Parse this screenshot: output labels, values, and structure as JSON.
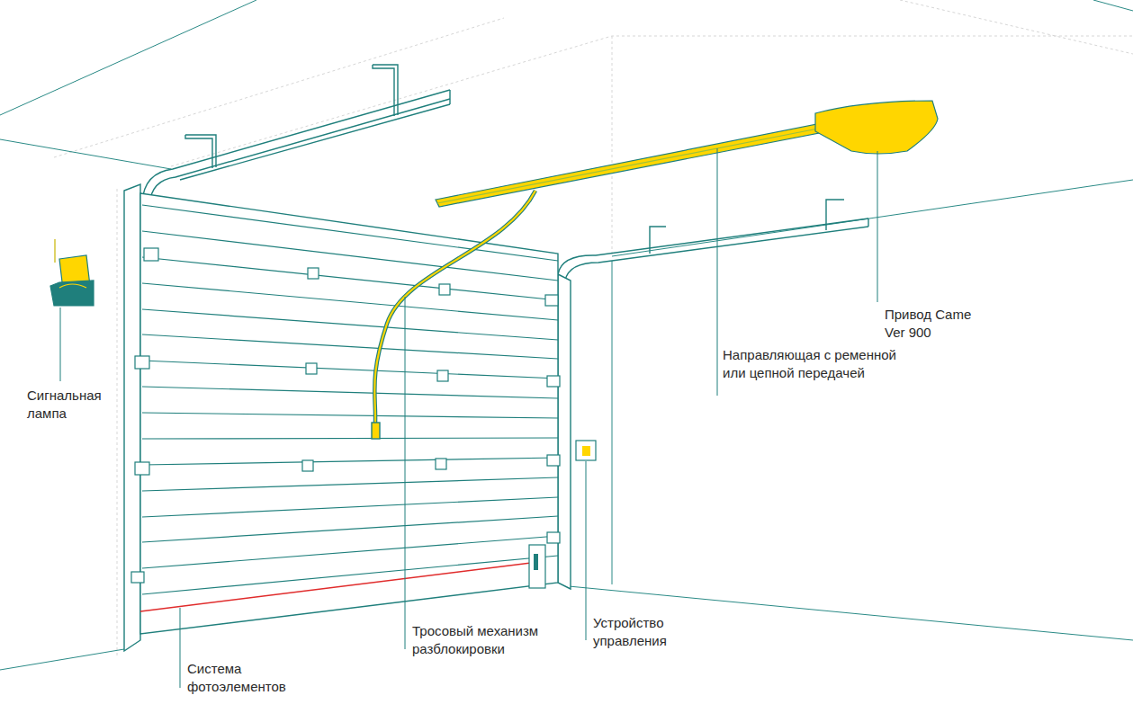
{
  "diagram": {
    "labels": [
      "Сигнальная лампа",
      "Привод Came Ver 900",
      "Направляющая с ременной или цепной передачей",
      "Тросовый механизм разблокировки",
      "Устройство управления",
      "Система фотоэлементов"
    ]
  }
}
